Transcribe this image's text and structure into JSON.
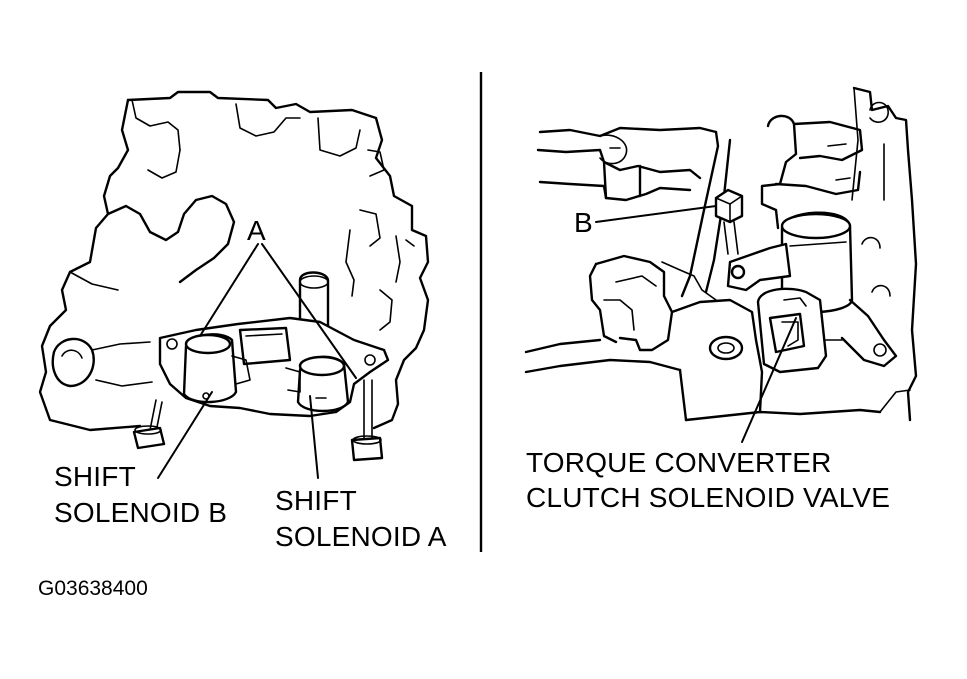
{
  "left_panel": {
    "callout_a": "A",
    "shift_solenoid_b": [
      "SHIFT",
      "SOLENOID B"
    ],
    "shift_solenoid_a": [
      "SHIFT",
      "SOLENOID A"
    ]
  },
  "right_panel": {
    "callout_b": "B",
    "tcc_solenoid": [
      "TORQUE CONVERTER",
      "CLUTCH SOLENOID VALVE"
    ]
  },
  "figure_code": "G03638400"
}
